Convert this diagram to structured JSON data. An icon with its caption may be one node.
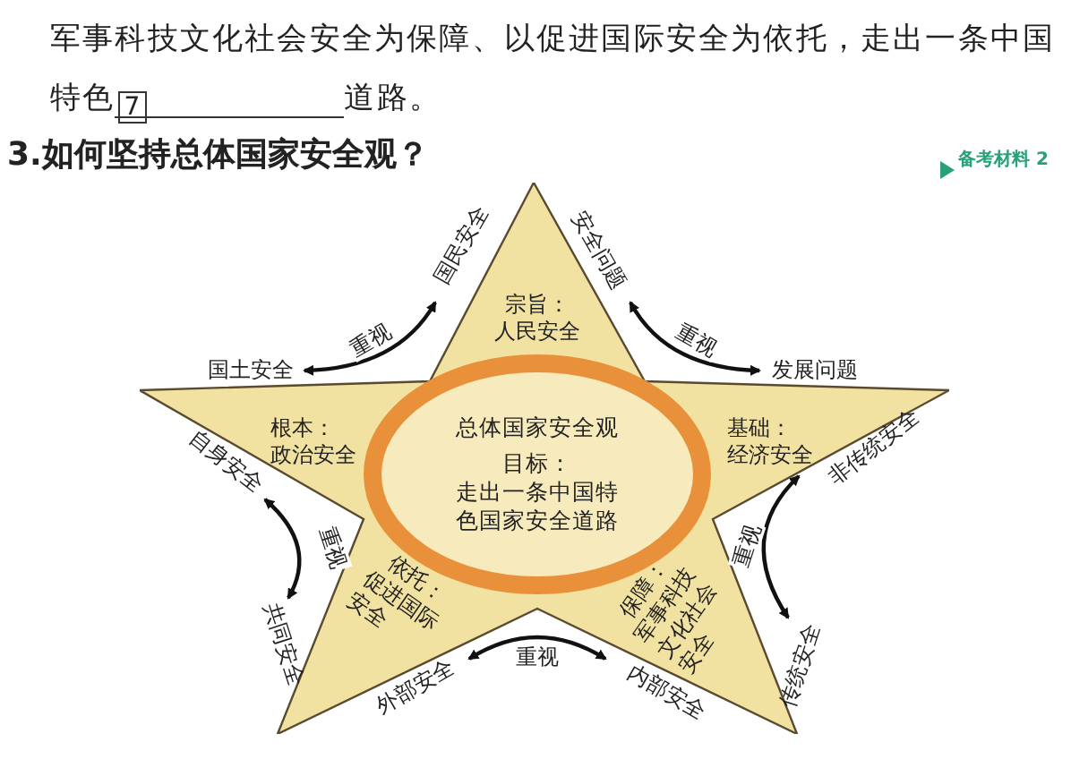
{
  "diagram": {
    "title": "3.如何坚持总体国家安全观？",
    "nodes": [
      {
        "text": [],
        "shape": "star"
      },
      {
        "text": [
          "宗旨：",
          "人民安全"
        ],
        "in": 0
      },
      {
        "text": [
          "根本：",
          "政治安全"
        ],
        "in": 0
      },
      {
        "text": [
          "基础：",
          "经济安全"
        ],
        "in": 0
      },
      {
        "text": [
          "总体国家安全观",
          "目标：",
          "走出一条中国特色国家安全道路"
        ],
        "in": 0
      },
      {
        "text": [
          "依托：",
          "促进国际安全"
        ],
        "in": 0
      },
      {
        "text": [
          "保障：",
          "军事科技文化社会安全"
        ],
        "in": 0
      },
      {
        "text": [
          "国土安全"
        ]
      },
      {
        "text": [
          "国民安全"
        ]
      },
      {
        "text": [
          "安全问题"
        ]
      },
      {
        "text": [
          "发展问题"
        ]
      },
      {
        "text": [
          "自身安全"
        ]
      },
      {
        "text": [
          "非传统安全"
        ]
      },
      {
        "text": [
          "共同安全"
        ]
      },
      {
        "text": [
          "传统安全"
        ]
      },
      {
        "text": [
          "外部安全"
        ]
      },
      {
        "text": [
          "内部安全"
        ]
      }
    ],
    "edges": [
      {
        "from": 7,
        "to": 8,
        "arrow": "both",
        "label": "重视"
      },
      {
        "from": 9,
        "to": 10,
        "arrow": "both",
        "label": "重视"
      },
      {
        "from": 11,
        "to": 13,
        "arrow": "both",
        "label": "重视"
      },
      {
        "from": 12,
        "to": 14,
        "arrow": "both",
        "label": "重视"
      },
      {
        "from": 15,
        "to": 16,
        "arrow": "both",
        "label": "重视"
      }
    ],
    "labels": [
      "军事科技文化社会安全为保障、以促进国际安全为依托，走出一条中国特色",
      "7",
      "道路。",
      "备考材料 2"
    ]
  }
}
